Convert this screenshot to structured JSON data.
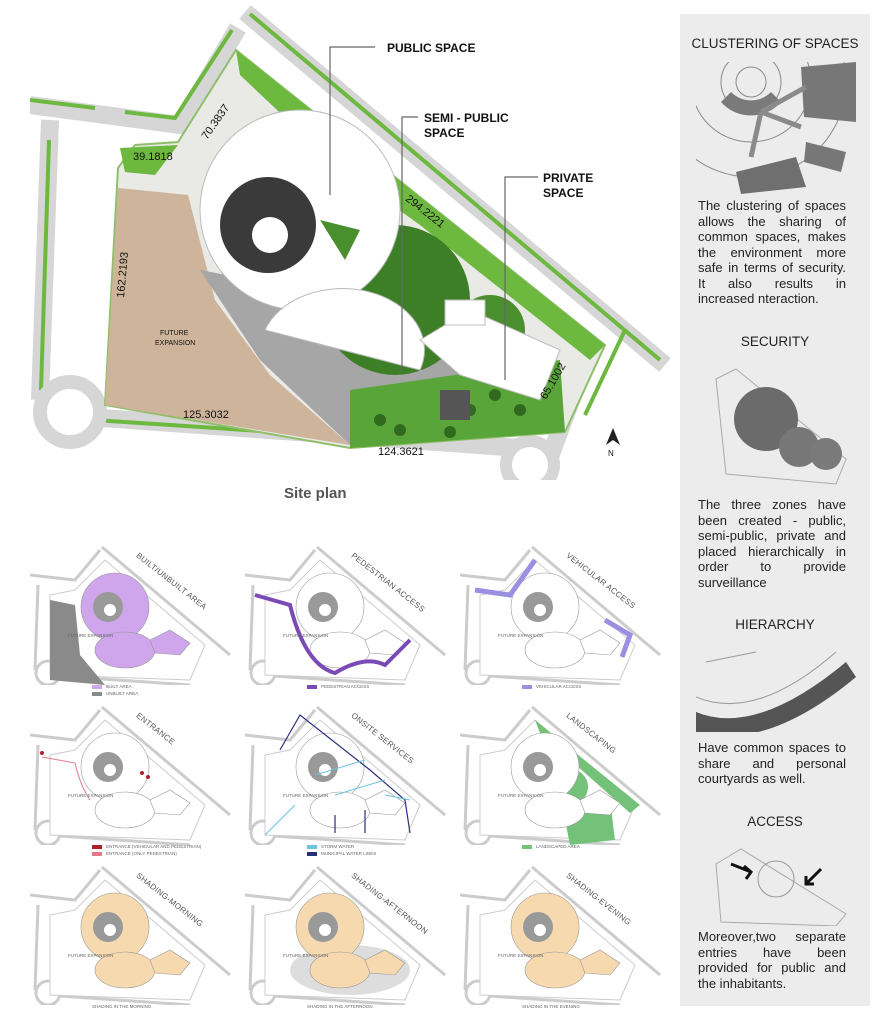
{
  "site_plan": {
    "title": "Site plan",
    "callouts": {
      "public": "PUBLIC SPACE",
      "semi_public_1": "SEMI - PUBLIC",
      "semi_public_2": "SPACE",
      "private_1": "PRIVATE",
      "private_2": "SPACE"
    },
    "dimensions": [
      "70.3837",
      "39.1818",
      "294.2221",
      "162.2193",
      "125.3032",
      "124.3621",
      "65.1002"
    ],
    "future_expansion_1": "FUTURE",
    "future_expansion_2": "EXPANSION",
    "north": "N",
    "colors": {
      "green": "#6db83e",
      "dark_green": "#2f6a1e",
      "beige": "#cdb49a",
      "road": "#d9d9d9",
      "paving": "#9a9a9a"
    }
  },
  "diagrams": [
    {
      "title": "BUILT/UNBUILT AREA",
      "legend": [
        {
          "label": "BUILT AREA",
          "color": "#cfa6ec"
        },
        {
          "label": "UNBUILT AREA",
          "color": "#8a8a8a"
        }
      ],
      "kind": "built"
    },
    {
      "title": "PEDESTRIAN ACCESS",
      "legend": [
        {
          "label": "PEDESTRIAN ACCESS",
          "color": "#7b4bb5"
        }
      ],
      "kind": "pedestrian"
    },
    {
      "title": "VEHICULAR ACCESS",
      "legend": [
        {
          "label": "VEHICULAR ACCESS",
          "color": "#9a8fe0"
        }
      ],
      "kind": "vehicular"
    },
    {
      "title": "ENTRANCE",
      "legend": [
        {
          "label": "ENTRANCE (VEHICULAR AND PEDESTRIAN)",
          "color": "#b0202a"
        },
        {
          "label": "ENTRANCE (ONLY PEDESTRIAN)",
          "color": "#e07a8a"
        }
      ],
      "kind": "entrance"
    },
    {
      "title": "ONSITE SERVICES",
      "legend": [
        {
          "label": "STORM WATER",
          "color": "#6cc3e0"
        },
        {
          "label": "MUNICIPAL WATER LINES",
          "color": "#2a2f7a"
        }
      ],
      "kind": "services"
    },
    {
      "title": "LANDSCAPING",
      "legend": [
        {
          "label": "LANDSCAPED AREA",
          "color": "#74c27a"
        }
      ],
      "kind": "landscape"
    },
    {
      "title": "SHADING-MORNING",
      "legend": [
        {
          "label": "SHADING IN THE MORNING",
          "color": ""
        }
      ],
      "kind": "shade"
    },
    {
      "title": "SHADING-AFTERNOON",
      "legend": [
        {
          "label": "SHADING IN THE AFTERNOON",
          "color": ""
        }
      ],
      "kind": "shade2"
    },
    {
      "title": "SHADING-EVENING",
      "legend": [
        {
          "label": "SHADING IN THE EVENING",
          "color": ""
        }
      ],
      "kind": "shade"
    }
  ],
  "diagram_future_label": "FUTURE EXPANSION",
  "shade_color": "#f6d9ae",
  "panel": {
    "sections": [
      {
        "heading": "CLUSTERING OF SPACES",
        "text": "The clustering of spaces allows the sharing of common spaces, makes the environment more safe in terms of security. It also results in increased nteraction."
      },
      {
        "heading": "SECURITY",
        "text": "The three zones have been created - public, semi-public, private and placed hierarchically in order to provide surveillance"
      },
      {
        "heading": "HIERARCHY",
        "text": "Have common spaces to share and personal courtyards as well."
      },
      {
        "heading": "ACCESS",
        "text": "Moreover,two separate entries have been provided for public and the inhabitants."
      }
    ]
  }
}
